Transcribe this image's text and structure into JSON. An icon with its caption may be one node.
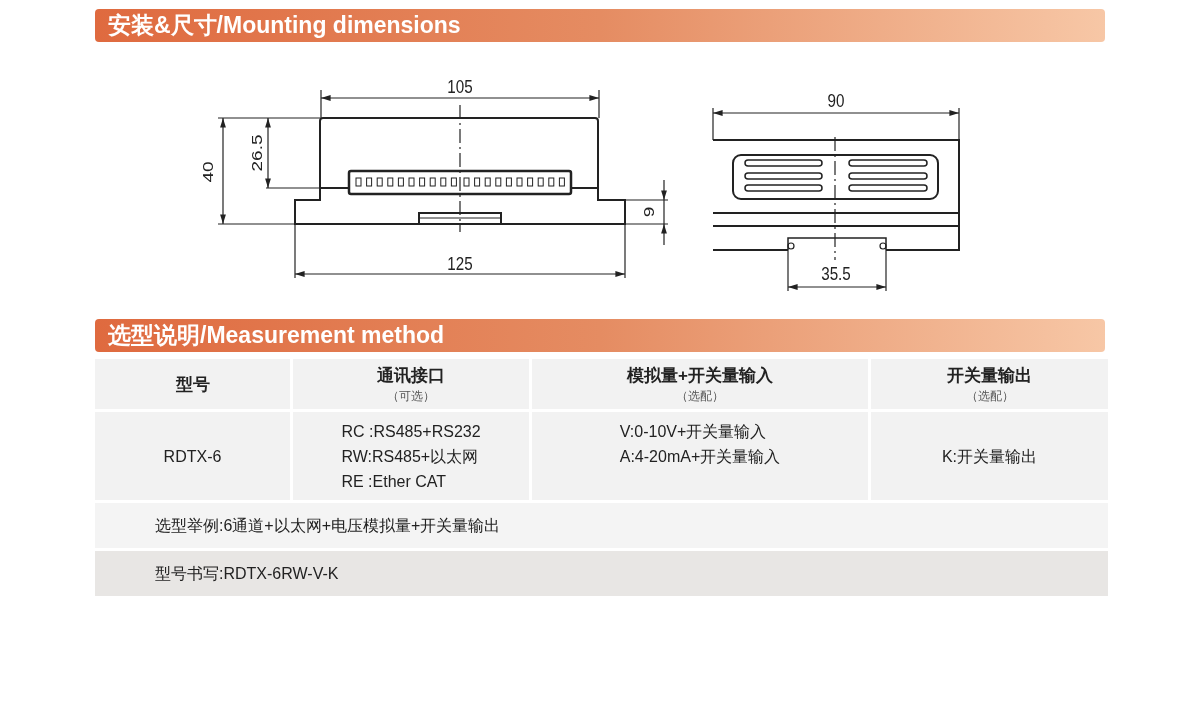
{
  "diagram": {
    "labels": [
      "安装&尺寸/Mounting dimensions",
      "105",
      "40",
      "26.5",
      "9",
      "125",
      "90",
      "35.5",
      "选型说明/Measurement method",
      "型号",
      "通讯接口",
      "（可选）",
      "模拟量+开关量输入",
      "（选配）",
      "开关量输出",
      "（选配）",
      "RDTX-6",
      "RC :RS485+RS232",
      "RW:RS485+以太网",
      "RE :Ether CAT",
      "V:0-10V+开关量输入",
      "A:4-20mA+开关量输入",
      "K:开关量输出",
      "选型举例:6通道+以太网+电压模拟量+开关量输出",
      "型号书写:RDTX-6RW-V-K"
    ]
  }
}
